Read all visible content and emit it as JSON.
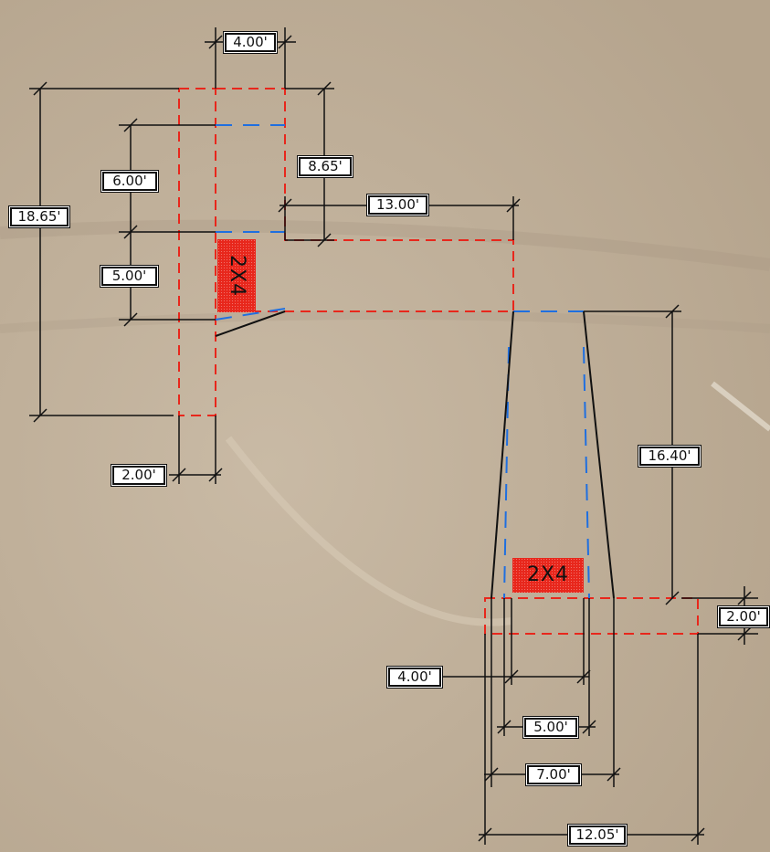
{
  "colors": {
    "background": "#c3b49f",
    "outline_red": "#e8271c",
    "outline_blue": "#1f6fe0",
    "dimension_line": "#111111",
    "tag_fill": "#e8271c"
  },
  "tags": {
    "upper_member": "2X4",
    "lower_member": "2X4"
  },
  "dimensions": {
    "top_width": "4.00'",
    "total_height_left": "18.65'",
    "right_height_upper": "8.65'",
    "upper_segment": "6.00'",
    "lower_segment": "5.00'",
    "horizontal_run": "13.00'",
    "left_post_width": "2.00'",
    "leg_height": "16.40'",
    "base_thickness": "2.00'",
    "leg_inner_width": "4.00'",
    "leg_mid_width": "5.00'",
    "leg_outer_width": "7.00'",
    "base_width": "12.05'"
  }
}
